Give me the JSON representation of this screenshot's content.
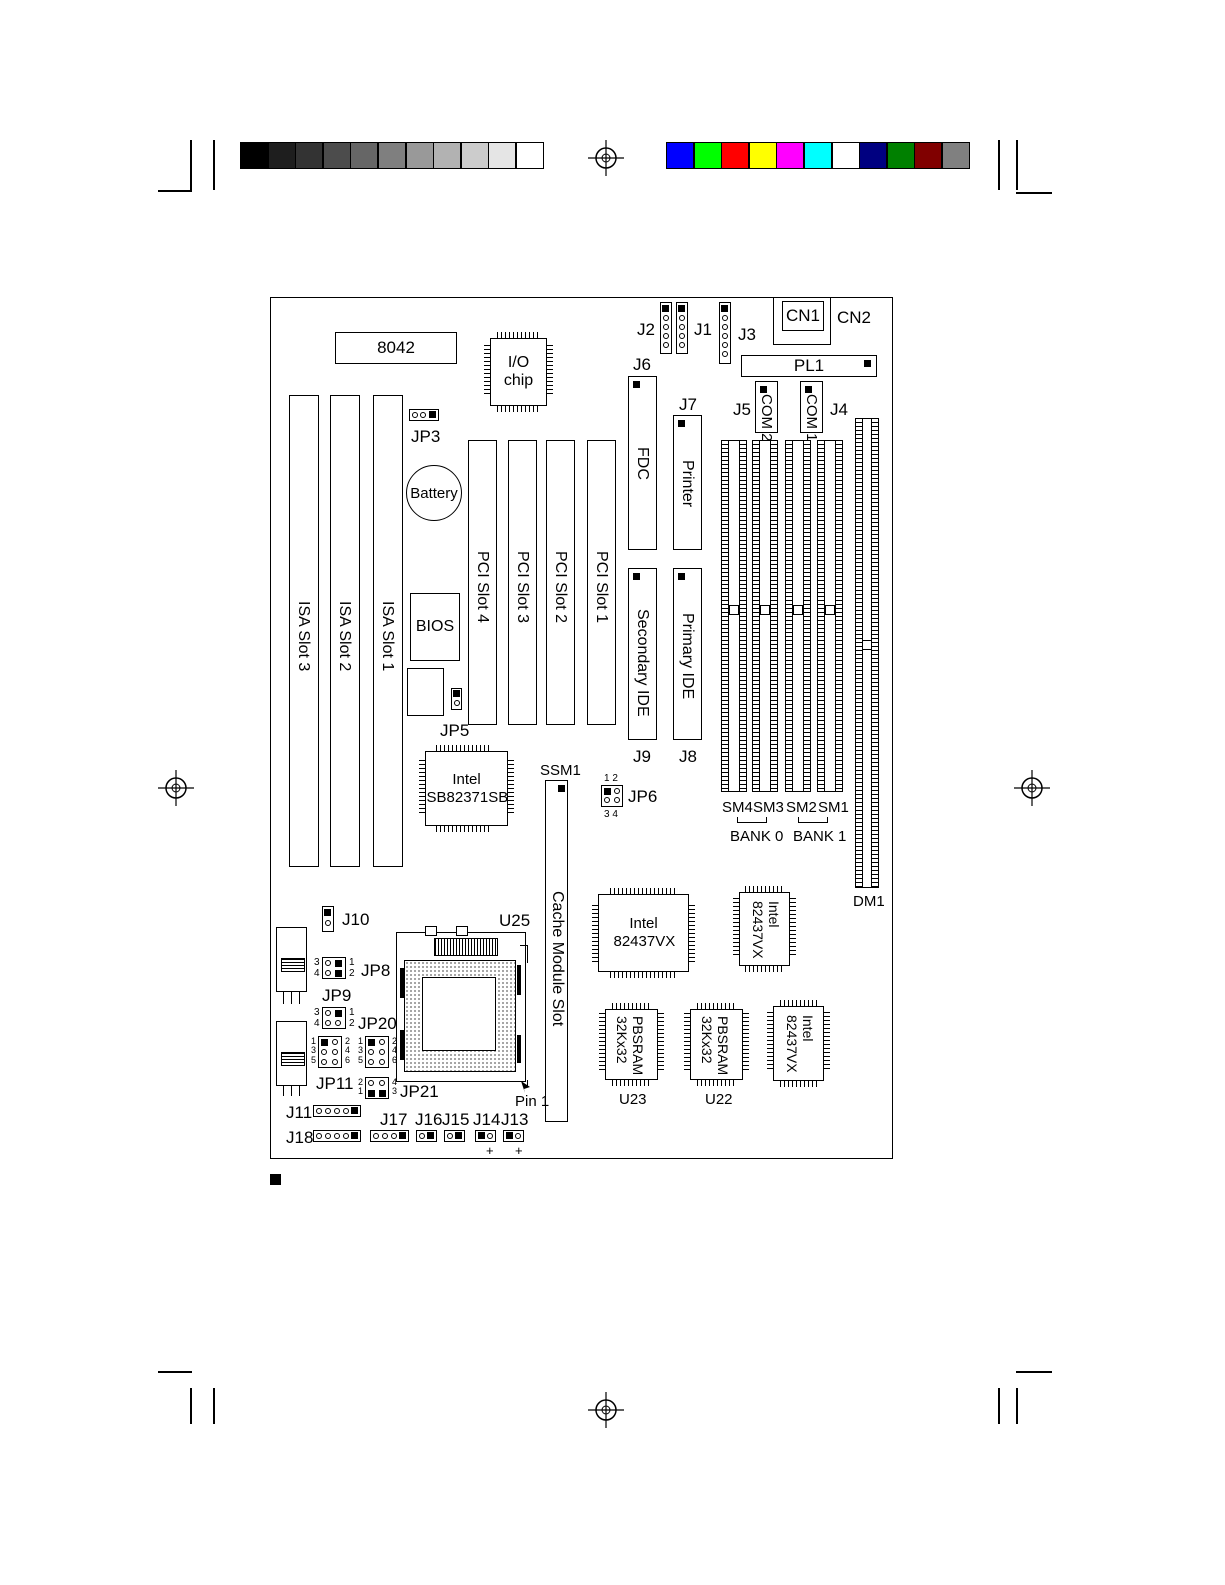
{
  "colors": {
    "gray_swatches": [
      "#000000",
      "#1e1e1e",
      "#333333",
      "#4c4c4c",
      "#666666",
      "#7f7f7f",
      "#999999",
      "#b2b2b2",
      "#cccccc",
      "#e5e5e5",
      "#ffffff"
    ],
    "color_swatches": [
      "#0000ff",
      "#00ff00",
      "#ff0000",
      "#ffff00",
      "#ff00ff",
      "#00ffff",
      "#ffffff",
      "#000080",
      "#008000",
      "#800000",
      "#808080"
    ]
  },
  "board": {
    "chips": {
      "kbc": "8042",
      "io": "I/O chip",
      "battery": "Battery",
      "bios": "BIOS",
      "southbridge": "Intel SB82371SB",
      "northbridge": "Intel 82437VX",
      "chip2": "Intel 82437VX",
      "chip3": "Intel 82437VX",
      "sram1": "PBSRAM 32Kx32",
      "sram2": "PBSRAM 32Kx32"
    },
    "slots": {
      "isa3": "ISA Slot 3",
      "isa2": "ISA Slot 2",
      "isa1": "ISA Slot 1",
      "pci4": "PCI Slot 4",
      "pci3": "PCI Slot 3",
      "pci2": "PCI Slot 2",
      "pci1": "PCI Slot 1",
      "cache": "Cache Module Slot",
      "fdc": "FDC",
      "printer": "Printer",
      "secide": "Secondary IDE",
      "primide": "Primary IDE",
      "pl1": "PL1",
      "com2": "COM 2",
      "com1": "COM 1",
      "cn1": "CN1"
    },
    "labels": {
      "cn2": "CN2",
      "j1": "J1",
      "j2": "J2",
      "j3": "J3",
      "j4": "J4",
      "j5": "J5",
      "j6": "J6",
      "j7": "J7",
      "j8": "J8",
      "j9": "J9",
      "j10": "J10",
      "j11": "J11",
      "j13": "J13",
      "j14": "J14",
      "j15": "J15",
      "j16": "J16",
      "j17": "J17",
      "j18": "J18",
      "jp3": "JP3",
      "jp5": "JP5",
      "jp6": "JP6",
      "jp8": "JP8",
      "jp9": "JP9",
      "jp11": "JP11",
      "jp20": "JP20",
      "jp21": "JP21",
      "u22": "U22",
      "u23": "U23",
      "u25": "U25",
      "ssm1": "SSM1",
      "pin1": "Pin 1",
      "sm4": "SM4",
      "sm3": "SM3",
      "sm2": "SM2",
      "sm1": "SM1",
      "bank0": "BANK 0",
      "bank1": "BANK 1",
      "dm1": "DM1",
      "plus1": "+",
      "plus2": "+"
    },
    "pin_numbers": {
      "jp6_top": "1 2",
      "jp6_bottom": "3 4",
      "jp8_a": "3",
      "jp8_b": "4",
      "jp8_c": "1",
      "jp8_d": "2",
      "jp9_a": "3",
      "jp9_b": "4",
      "jp9_c": "1",
      "jp9_d": "2",
      "jp11_l": "1\n3\n5",
      "jp11_r": "2\n4\n6",
      "jp20_l": "1\n3\n5",
      "jp20_r": "2\n4\n6",
      "jp21_l": "2\n1",
      "jp21_r": "4\n3"
    }
  }
}
